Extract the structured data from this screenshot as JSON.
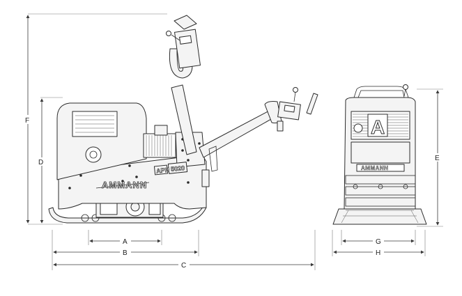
{
  "brand": "AMMANN",
  "model_prefix": "APH",
  "model_number": "5020",
  "logo_letter": "A",
  "dimensions": {
    "A": "A",
    "B": "B",
    "C": "C",
    "D": "D",
    "E": "E",
    "F": "F",
    "G": "G",
    "H": "H"
  }
}
